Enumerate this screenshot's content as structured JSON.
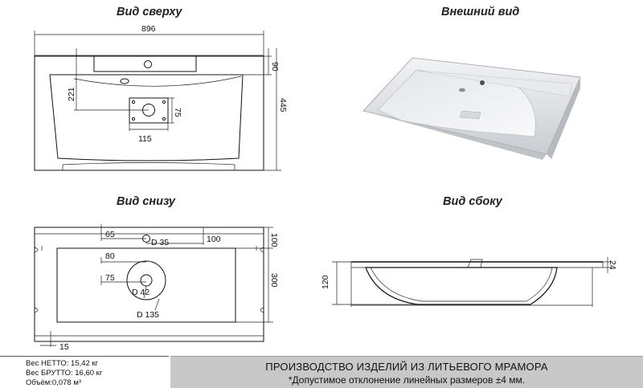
{
  "views": {
    "top": {
      "title": "Вид сверху",
      "dim_width": "896",
      "dim_depth": "445",
      "dim_back": "90",
      "dim_221": "221",
      "dim_75": "75",
      "dim_115": "115"
    },
    "external": {
      "title": "Внешний вид"
    },
    "bottom": {
      "title": "Вид снизу",
      "dim_65": "65",
      "dim_d35": "D 35",
      "dim_100a": "100",
      "dim_100b": "100",
      "dim_80": "80",
      "dim_75": "75",
      "dim_d42": "D 42",
      "dim_d135": "D 135",
      "dim_300": "300",
      "dim_15": "15"
    },
    "side": {
      "title": "Вид сбоку",
      "dim_120": "120",
      "dim_24": "24"
    }
  },
  "specs": {
    "net": "Вес НЕТТО: 15,42 кг",
    "gross": "Вес БРУТТО: 16,60 кг",
    "volume": "Объём:0,078 м³"
  },
  "banner": {
    "line1": "ПРОИЗВОДСТВО ИЗДЕЛИЙ ИЗ ЛИТЬЕВОГО МРАМОРА",
    "line2": "*Допустимое отклонение линейных размеров ±4 мм."
  },
  "colors": {
    "banner_bg": "#c8c8c8",
    "line": "#111111",
    "render_shade": "#d9dcdf"
  }
}
